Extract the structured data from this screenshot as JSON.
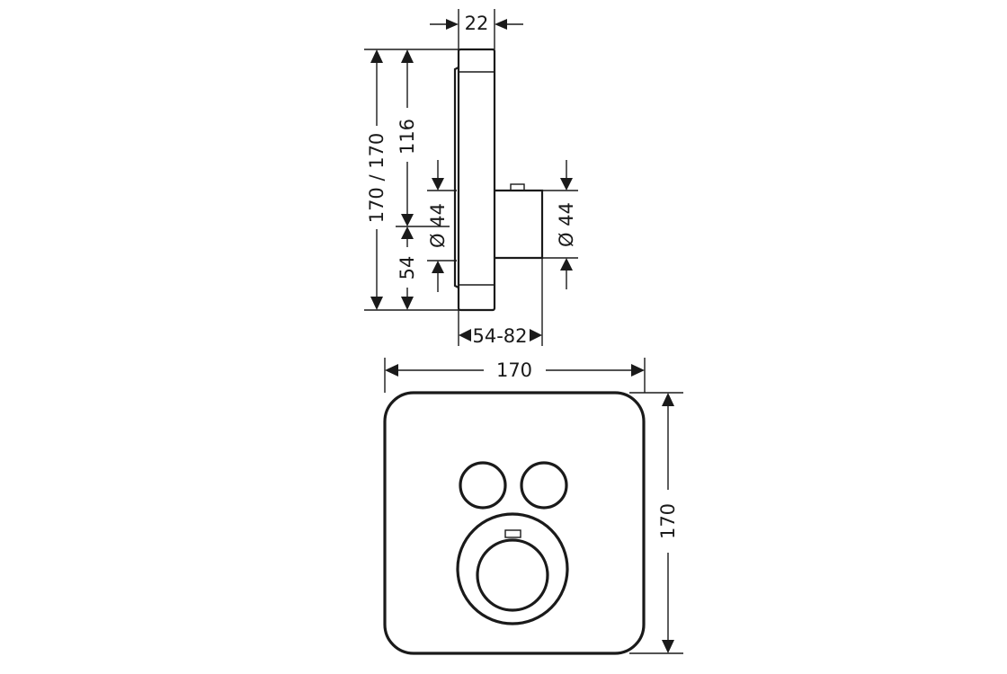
{
  "side_view": {
    "dim_depth_plate": "22",
    "dim_total_height": "170 / 170",
    "dim_upper_height": "116",
    "dim_lower_height": "54",
    "dim_body_diameter_left": "Ø 44",
    "dim_body_diameter_right": "Ø 44",
    "dim_installation_depth": "54-82"
  },
  "front_view": {
    "dim_width": "170",
    "dim_height": "170"
  }
}
